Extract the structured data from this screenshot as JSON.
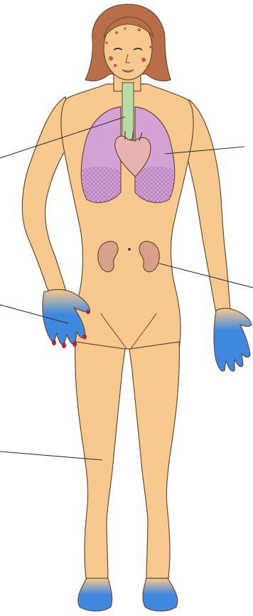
{
  "diagram": {
    "colors": {
      "skin": "#F8C98F",
      "skin_outline": "#6B4A2F",
      "hair": "#B86E4B",
      "lungs": "#D5A2D5",
      "lungs_alveoli": "#C28BCB",
      "trachea": "#B8DCA7",
      "heart": "#E7B2B2",
      "kidneys": "#D9A089",
      "cyanosis": "#3F88E0",
      "rash": "#D55050",
      "nails": "#B3243A",
      "leader_line": "#333333"
    },
    "regions": [
      {
        "name": "face",
        "label": ""
      },
      {
        "name": "lungs",
        "label": ""
      },
      {
        "name": "kidneys",
        "label": ""
      },
      {
        "name": "hands",
        "label": ""
      },
      {
        "name": "legs",
        "label": ""
      }
    ]
  }
}
